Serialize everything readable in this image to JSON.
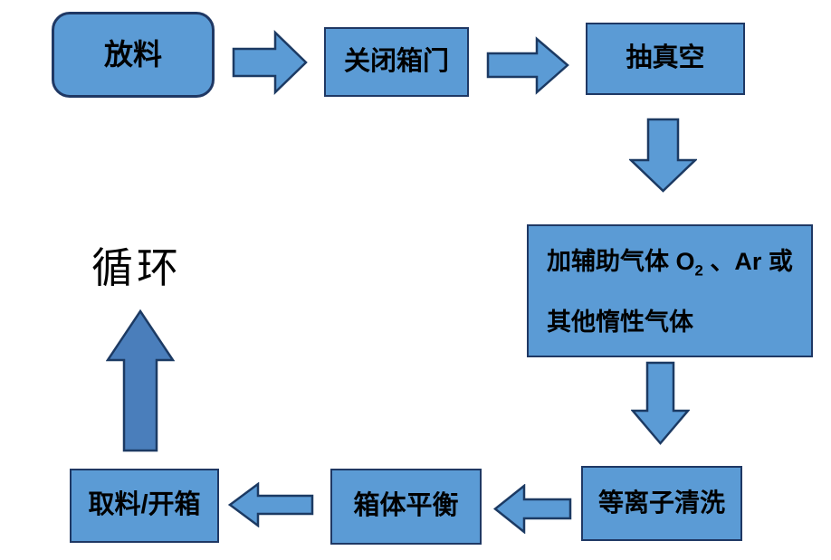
{
  "diagram": {
    "type": "flowchart",
    "background": "#ffffff",
    "nodes": [
      {
        "id": "load-material",
        "label": "放料",
        "shape": "rounded-rect"
      },
      {
        "id": "close-door",
        "label": "关闭箱门",
        "shape": "rect"
      },
      {
        "id": "vacuum",
        "label": "抽真空",
        "shape": "rect"
      },
      {
        "id": "add-gas",
        "line1_pre": "加辅助气体 O",
        "line1_sub": "2",
        "line1_post": " 、Ar 或",
        "line2": "其他惰性气体",
        "shape": "rect"
      },
      {
        "id": "plasma-clean",
        "label": "等离子清洗",
        "shape": "rect"
      },
      {
        "id": "chamber-balance",
        "label": "箱体平衡",
        "shape": "rect"
      },
      {
        "id": "unload-open",
        "label": "取料/开箱",
        "shape": "rect"
      }
    ],
    "cycle_label": "循环",
    "flow": [
      "放料 → 关闭箱门 → 抽真空 → 加辅助气体O2、Ar或其他惰性气体 → 等离子清洗 → 箱体平衡 → 取料/开箱 → 循环(回到放料)"
    ]
  },
  "colors": {
    "node_fill": "#5b9bd5",
    "node_border": "#1f3864",
    "arrow_fill": "#5b9bd5",
    "arrow_border": "#1c3a63",
    "cycle_arrow_fill": "#4a7ebb",
    "text": "#000000",
    "bg": "#ffffff"
  }
}
